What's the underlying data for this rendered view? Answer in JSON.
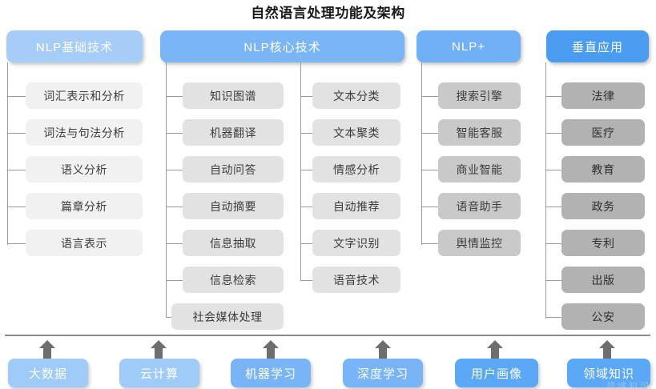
{
  "title": "自然语言处理功能及架构",
  "watermark": "领域知识",
  "groups": [
    {
      "id": "nlp-basic",
      "label": "NLP基础技术",
      "items": [
        "词汇表示和分析",
        "词法与句法分析",
        "语义分析",
        "篇章分析",
        "语言表示"
      ]
    },
    {
      "id": "nlp-core",
      "label": "NLP核心技术",
      "items_left": [
        "知识图谱",
        "机器翻译",
        "自动问答",
        "自动摘要",
        "信息抽取",
        "信息检索",
        "社会媒体处理"
      ],
      "items_right": [
        "文本分类",
        "文本聚类",
        "情感分析",
        "自动推荐",
        "文字识别",
        "语音技术"
      ]
    },
    {
      "id": "nlp-plus",
      "label": "NLP+",
      "items": [
        "搜索引擎",
        "智能客服",
        "商业智能",
        "语音助手",
        "舆情监控"
      ]
    },
    {
      "id": "vertical-app",
      "label": "垂直应用",
      "items": [
        "法律",
        "医疗",
        "教育",
        "政务",
        "专利",
        "出版",
        "公安"
      ]
    }
  ],
  "foundation": {
    "items": [
      "大数据",
      "云计算",
      "机器学习",
      "深度学习",
      "用户画像",
      "领域知识"
    ]
  },
  "colors": {
    "header_basic": "#a5cdf7",
    "header_core": "#7ab6f5",
    "header_plus": "#6fb0f6",
    "header_vertical": "#4a9cf0",
    "item_tone_1": "#f1f1f1",
    "item_tone_2": "#e2e2e2",
    "item_tone_3": "#c9c9c9",
    "item_tone_4": "#b2b2b2",
    "connector": "#9a9a9a",
    "baseline": "#8c8c8c",
    "title_text": "#1a1a1a"
  }
}
